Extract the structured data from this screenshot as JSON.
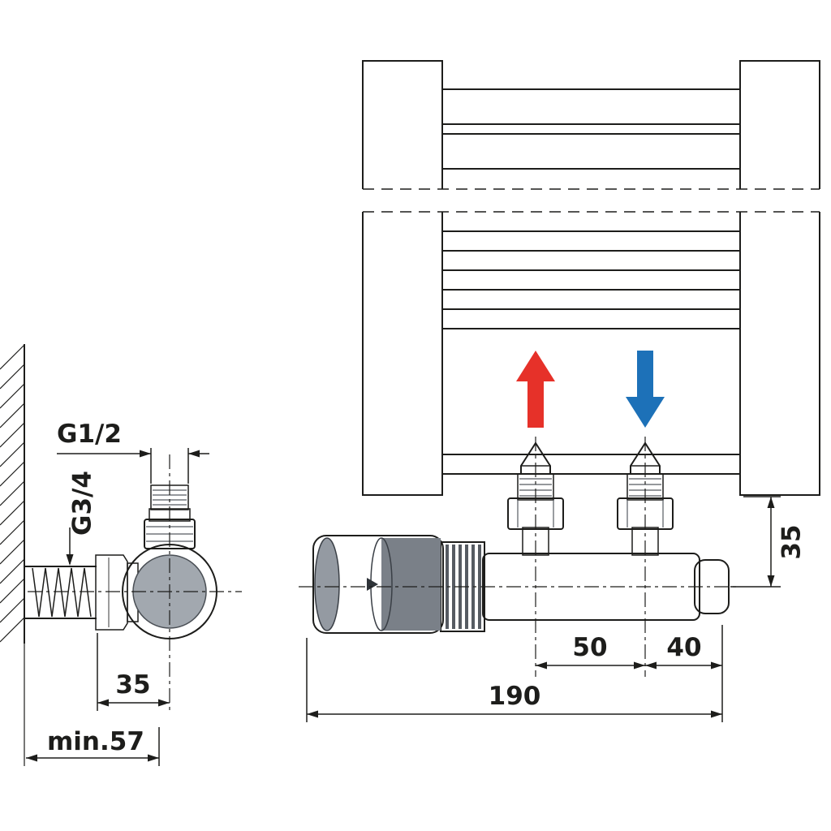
{
  "diagram": {
    "type": "technical-installation-drawing",
    "subject": "Thermostatic H-block radiator valve with angle valve cross-section, connection dimensions",
    "colors": {
      "flow": "#e63129",
      "return": "#1d71b8",
      "line": "#1d1d1b",
      "valve_body": "#8e949c",
      "valve_light": "#b9bec4",
      "head_gray": "#868c94"
    },
    "left_view": {
      "thread_top_label": "G1/2",
      "thread_side_label": "G3/4",
      "offset_dim": "35",
      "depth_dim": "min.57"
    },
    "right_view": {
      "spacing_dim": "50",
      "end_offset_dim": "40",
      "height_dim": "35",
      "total_length_dim": "190",
      "flow_arrow_direction": "up",
      "return_arrow_direction": "down"
    }
  }
}
